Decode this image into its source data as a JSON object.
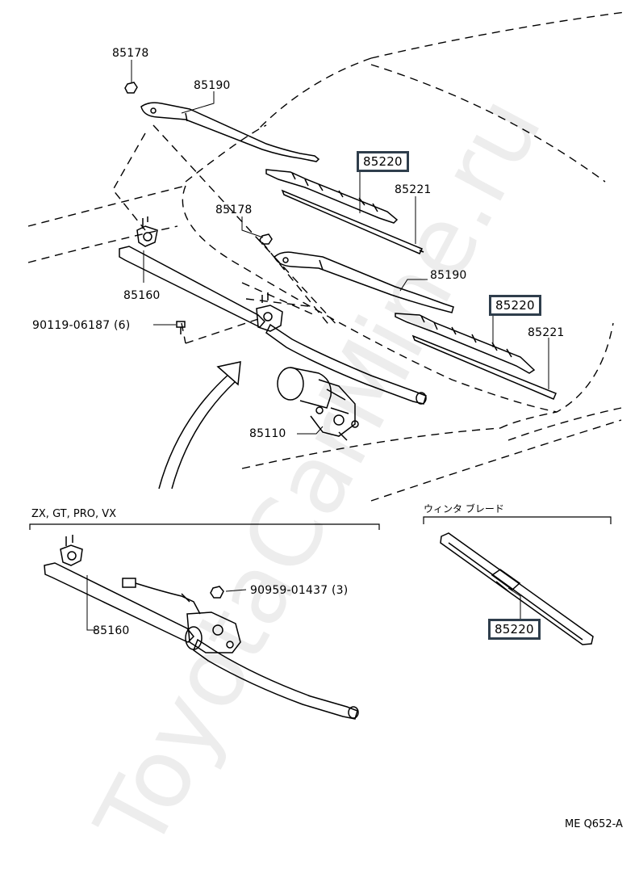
{
  "labels": {
    "p85178_a": "85178",
    "p85190_a": "85190",
    "p85220_a": "85220",
    "p85221_a": "85221",
    "p85178_b": "85178",
    "p85160_a": "85160",
    "p90119": "90119-06187 (6)",
    "p85190_b": "85190",
    "p85220_b": "85220",
    "p85221_b": "85221",
    "p85110": "85110",
    "p90959": "90959-01437 (3)",
    "p85160_b": "85160",
    "p85220_c": "85220"
  },
  "sections": {
    "variant": "ZX, GT, PRO, VX",
    "winter_blade": "ウィンタ ブレード"
  },
  "diagram_code": "ME Q652-A",
  "watermark": "ToyotaCarMine.ru",
  "colors": {
    "highlight_border": "#2f3e4c",
    "line": "#000000"
  }
}
